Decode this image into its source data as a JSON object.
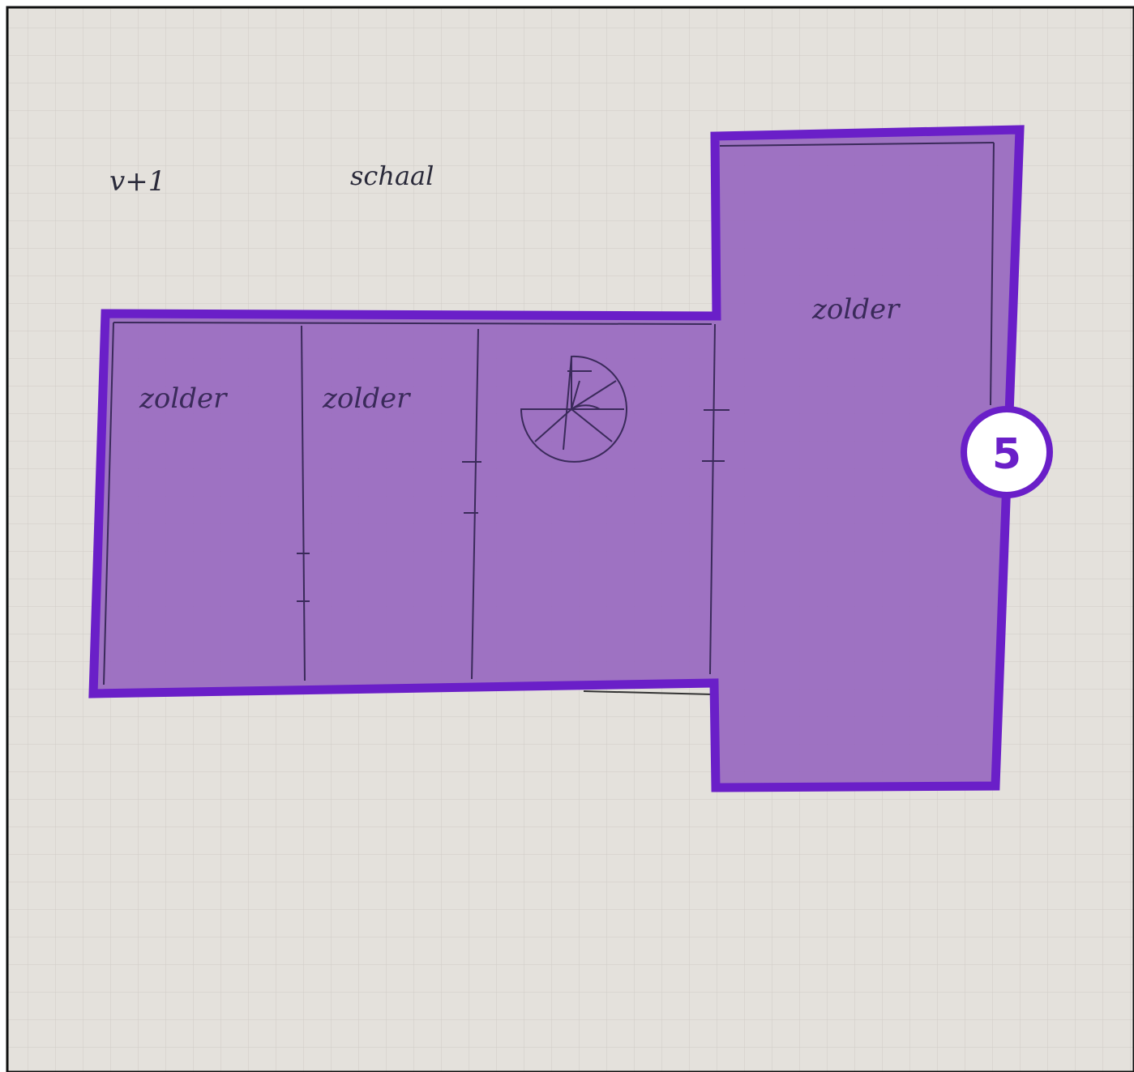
{
  "sketch": {
    "note_left": "v+1",
    "note_right": "schaal"
  },
  "rooms": [
    {
      "label": "zolder"
    },
    {
      "label": "zolder"
    },
    {
      "label": "zolder"
    }
  ],
  "highlight": {
    "badge_number": "5",
    "fill_color": "#9a6cc0",
    "stroke_color": "#6a1fc8"
  }
}
